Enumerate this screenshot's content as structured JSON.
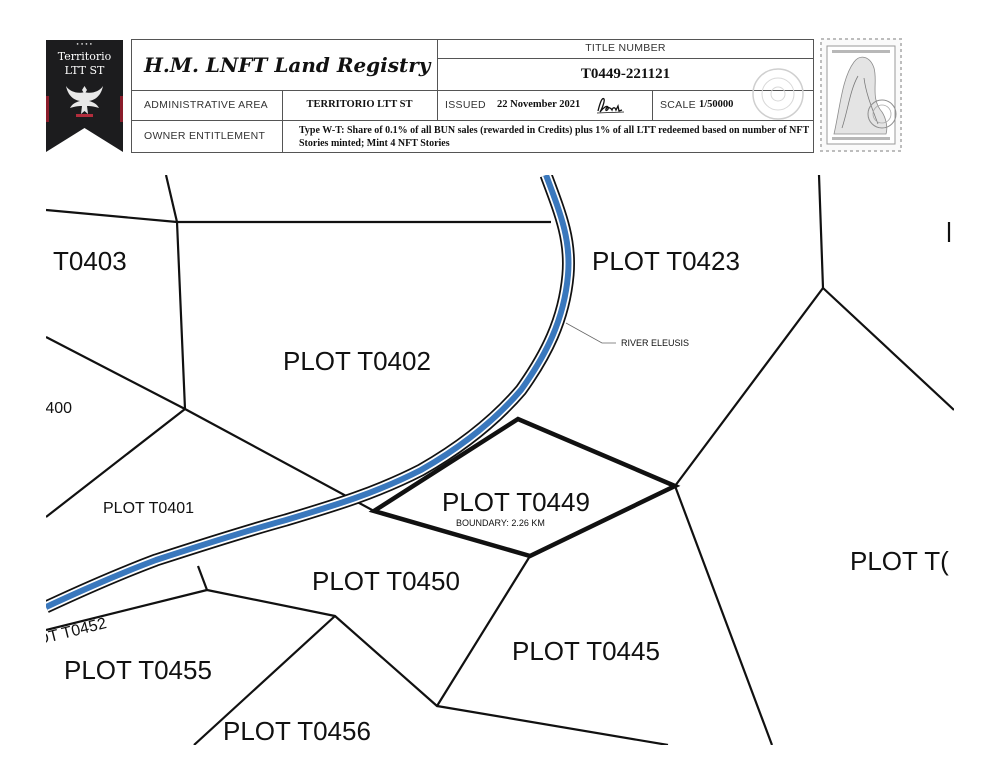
{
  "banner": {
    "title_line1": "Territorio",
    "title_line2": "LTT ST",
    "emblem": "eagle-crest-icon"
  },
  "header": {
    "registry_name": "H.M. LNFT Land Registry",
    "title_number_label": "TITLE NUMBER",
    "title_number": "T0449-221121",
    "admin_area_label": "ADMINISTRATIVE AREA",
    "admin_area": "TERRITORIO LTT ST",
    "issued_label": "ISSUED",
    "issued_date": "22 November 2021",
    "scale_label": "SCALE",
    "scale": "1/50000",
    "owner_label": "OWNER ENTITLEMENT",
    "owner_entitlement": "Type W-T: Share of 0.1% of all BUN sales (rewarded in Credits) plus 1% of all LTT redeemed based on number of NFT Stories minted; Mint 4 NFT Stories"
  },
  "stamp": {
    "icon": "postage-stamp-icon"
  },
  "map": {
    "colors": {
      "river": "#3a78bd",
      "boundary": "#111111"
    },
    "river_label": "RIVER ELEUSIS",
    "boundary_label": "BOUNDARY: 2.26 KM",
    "plots": {
      "t0403": "T0403",
      "t0423": "PLOT T0423",
      "t0402": "PLOT T0402",
      "t0400": ")400",
      "t0401": "PLOT T0401",
      "t0449": "PLOT T0449",
      "t0450": "PLOT T0450",
      "t0452": "OT T0452",
      "t0455": "PLOT T0455",
      "t0445": "PLOT T0445",
      "t0456": "PLOT T0456",
      "right_cut": "PLOT T("
    }
  }
}
